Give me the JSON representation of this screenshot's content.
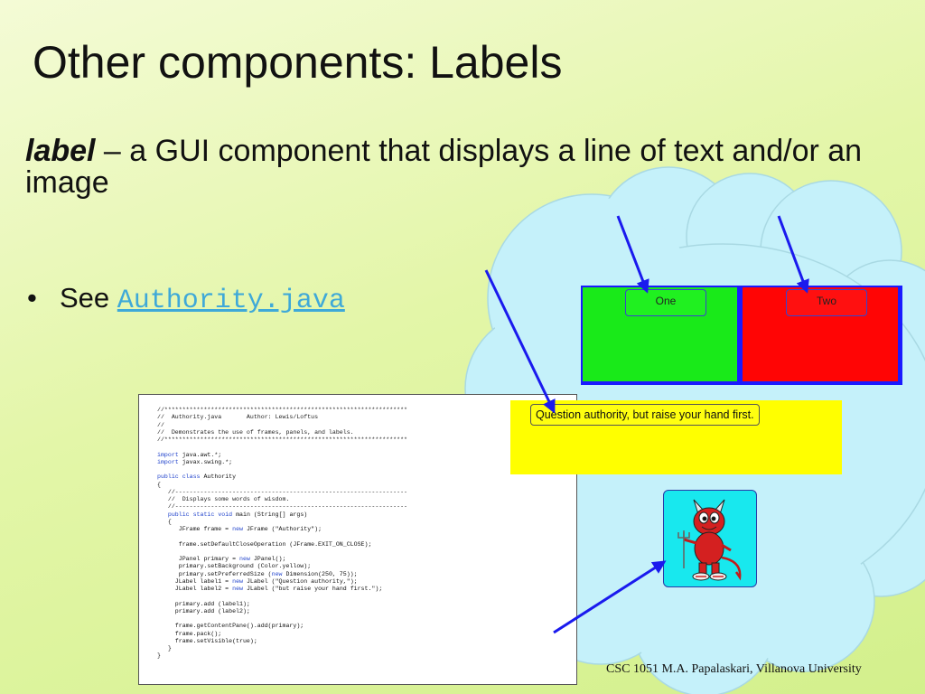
{
  "slide": {
    "title": "Other components: Labels",
    "definition_term": "label",
    "definition_text": " – a GUI component that displays a line of text and/or an image",
    "bullet_symbol": "•",
    "bullet_prefix": "See ",
    "bullet_link": "Authority.java",
    "footer": "CSC 1051 M.A. Papalaskari, Villanova University"
  },
  "code_lines": [
    "//********************************************************************",
    "//  Authority.java       Author: Lewis/Loftus",
    "//",
    "//  Demonstrates the use of frames, panels, and labels.",
    "//********************************************************************",
    "",
    "import java.awt.*;",
    "import javax.swing.*;",
    "",
    "public class Authority",
    "{",
    "   //-----------------------------------------------------------------",
    "   //  Displays some words of wisdom.",
    "   //-----------------------------------------------------------------",
    "   public static void main (String[] args)",
    "   {",
    "      JFrame frame = new JFrame (\"Authority\");",
    "",
    "      frame.setDefaultCloseOperation (JFrame.EXIT_ON_CLOSE);",
    "",
    "      JPanel primary = new JPanel();",
    "      primary.setBackground (Color.yellow);",
    "      primary.setPreferredSize (new Dimension(250, 75));",
    "     JLabel label1 = new JLabel (\"Question authority,\");",
    "     JLabel label2 = new JLabel (\"but raise your hand first.\");",
    "",
    "     primary.add (label1);",
    "     primary.add (label2);",
    "",
    "     frame.getContentPane().add(primary);",
    "     frame.pack();",
    "     frame.setVisible(true);",
    "   }",
    "}"
  ],
  "demo": {
    "label_one": "One",
    "label_two": "Two",
    "quote_label": "Question authority, but raise your hand first.",
    "colors": {
      "green_panel": "#19ea19",
      "red_panel": "#ff0505",
      "panel_border": "#1a1aff",
      "yellow_panel": "#ffff00",
      "cloud": "#c5f1fa",
      "arrow": "#1a1aee",
      "image_bg": "#18e8ee"
    },
    "image_icon": "devil-mascot-icon"
  }
}
